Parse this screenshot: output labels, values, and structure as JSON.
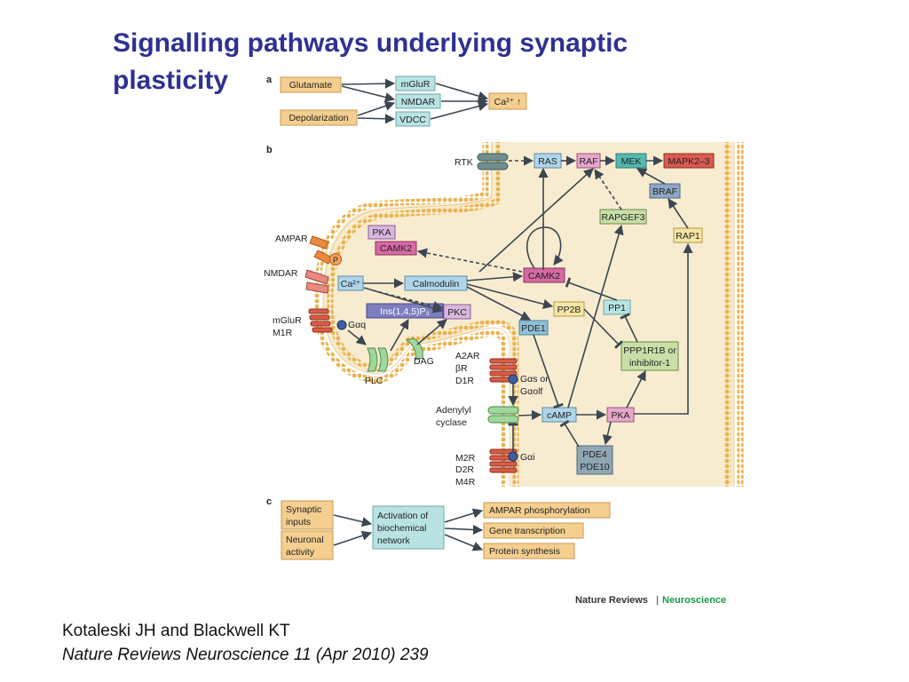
{
  "slide": {
    "title": "Signalling pathways underlying synaptic plasticity",
    "citation_authors": "Kotaleski JH and Blackwell KT",
    "citation_journal": "Nature Reviews Neuroscience 11 (Apr 2010) 239"
  },
  "figure": {
    "panel_labels": {
      "a": "a",
      "b": "b",
      "c": "c"
    },
    "panel_a": {
      "inputs": [
        "Glutamate",
        "Depolarization"
      ],
      "receptors": [
        "mGluR",
        "NMDAR",
        "VDCC"
      ],
      "output": "Ca²⁺ ↑"
    },
    "panel_b": {
      "membrane_labels": {
        "rtk": "RTK",
        "ampar": "AMPAR",
        "nmdar": "NMDAR",
        "mglur": "mGluR",
        "m1r": "M1R",
        "plc": "PLC",
        "dag": "DAG",
        "a2ar": "A2AR",
        "br": "βR",
        "d1r": "D1R",
        "adenylyl1": "Adenylyl",
        "adenylyl2": "cyclase",
        "m2r": "M2R",
        "d2r": "D2R",
        "m4r": "M4R",
        "gq": "Gαq",
        "gs1": "Gαs or",
        "gs2": "Gαolf",
        "gi": "Gαi",
        "p": "P"
      },
      "nodes": {
        "ras": "RAS",
        "raf": "RAF",
        "mek": "MEK",
        "mapk": "MAPK2–3",
        "braf": "BRAF",
        "rapgef3": "RAPGEF3",
        "rap1": "RAP1",
        "pka_spine": "PKA",
        "camk2_spine": "CAMK2",
        "ca": "Ca²⁺",
        "calmodulin": "Calmodulin",
        "camk2": "CAMK2",
        "ins": "Ins(1,4,5)P₃",
        "pkc": "PKC",
        "pp2b": "PP2B",
        "pp1": "PP1",
        "pde1": "PDE1",
        "ppp1r1b_1": "PPP1R1B or",
        "ppp1r1b_2": "inhibitor-1",
        "camp": "cAMP",
        "pka": "PKA",
        "pde4_1": "PDE4",
        "pde4_2": "PDE10"
      }
    },
    "panel_c": {
      "inputs": [
        [
          "Synaptic",
          "inputs"
        ],
        [
          "Neuronal",
          "activity"
        ]
      ],
      "middle": [
        "Activation of",
        "biochemical",
        "network"
      ],
      "outputs": [
        "AMPAR phosphorylation",
        "Gene transcription",
        "Protein synthesis"
      ]
    },
    "branding": {
      "journal": "Nature Reviews",
      "separator": "|",
      "section": "Neuroscience"
    },
    "colors": {
      "title": "#2e3192",
      "orange_box": "#f5cf8f",
      "teal_box": "#b9e3e3",
      "blue_box": "#aed5ea",
      "green_box": "#c8e0a8",
      "pink_box": "#e6a6cb",
      "red_box": "#d95a52",
      "magenta_box": "#d56aa2",
      "cytoplasm": "#f8ecd0",
      "membrane": "#e9b34d"
    }
  }
}
